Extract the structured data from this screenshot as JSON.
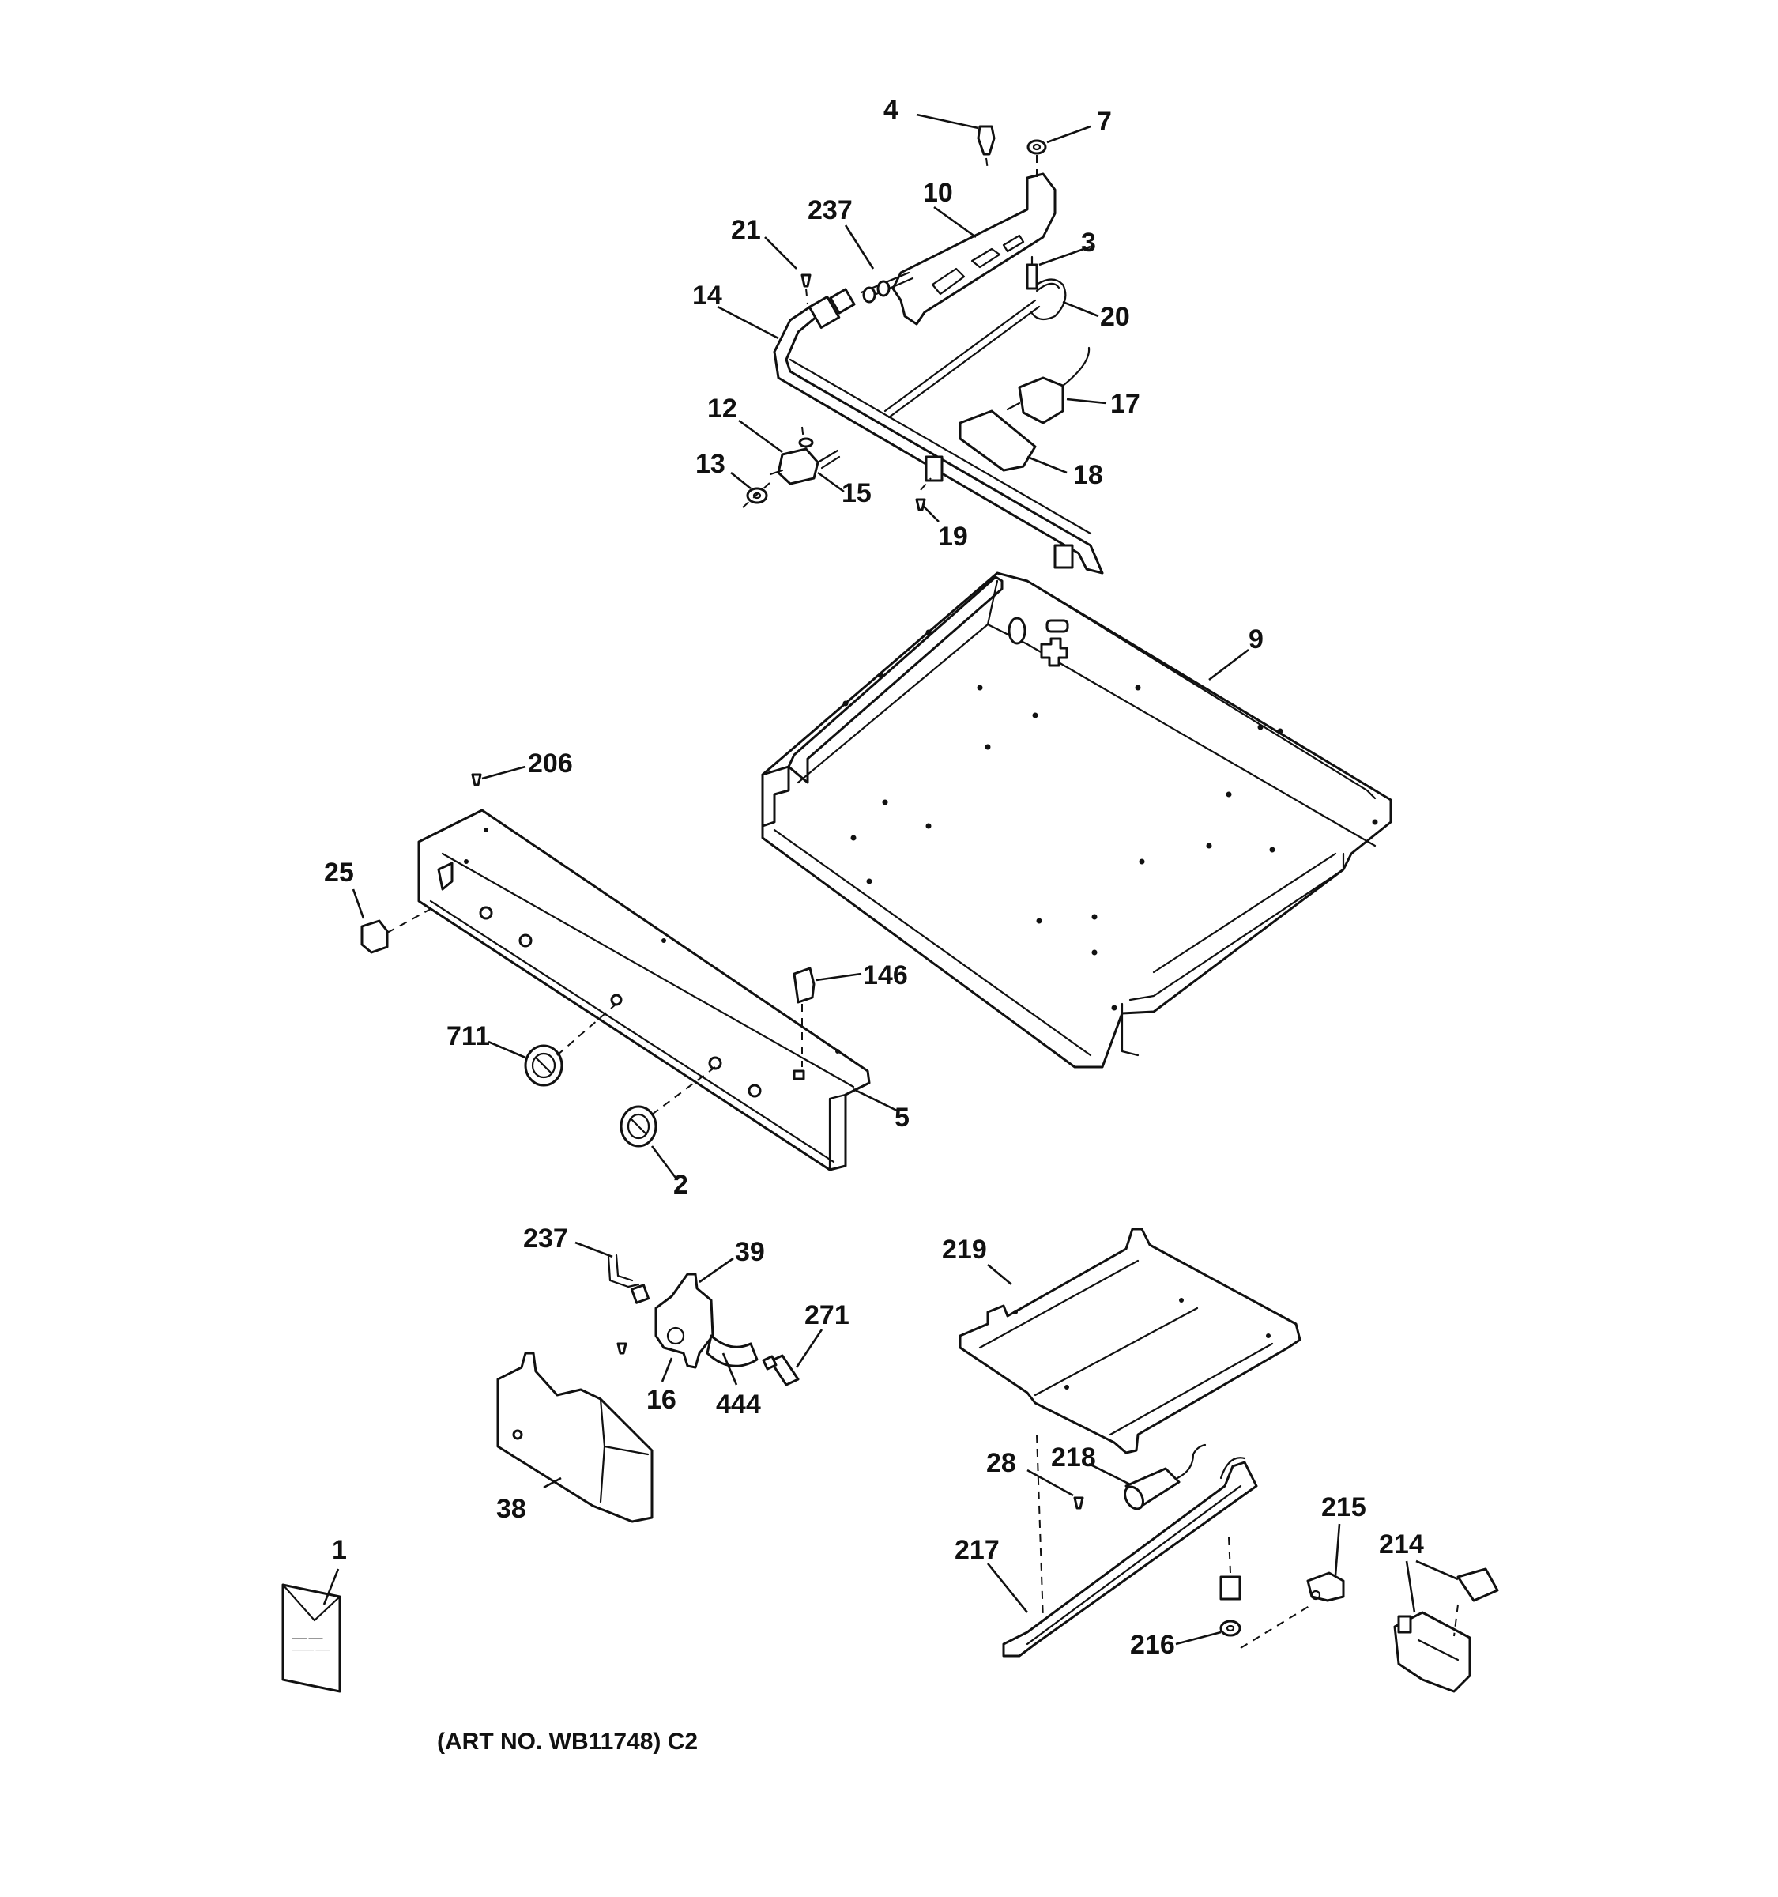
{
  "diagram": {
    "caption": "(ART NO. WB11748) C2",
    "callouts": {
      "c4": "4",
      "c7": "7",
      "c10": "10",
      "c237a": "237",
      "c21": "21",
      "c3": "3",
      "c20": "20",
      "c14": "14",
      "c17": "17",
      "c12": "12",
      "c18": "18",
      "c13": "13",
      "c15": "15",
      "c19": "19",
      "c9": "9",
      "c206": "206",
      "c25": "25",
      "c146": "146",
      "c711": "711",
      "c5": "5",
      "c2": "2",
      "c237b": "237",
      "c39": "39",
      "c271": "271",
      "c219": "219",
      "c16": "16",
      "c444": "444",
      "c38": "38",
      "c28": "28",
      "c218": "218",
      "c215": "215",
      "c1": "1",
      "c217": "217",
      "c214": "214",
      "c216": "216"
    }
  }
}
